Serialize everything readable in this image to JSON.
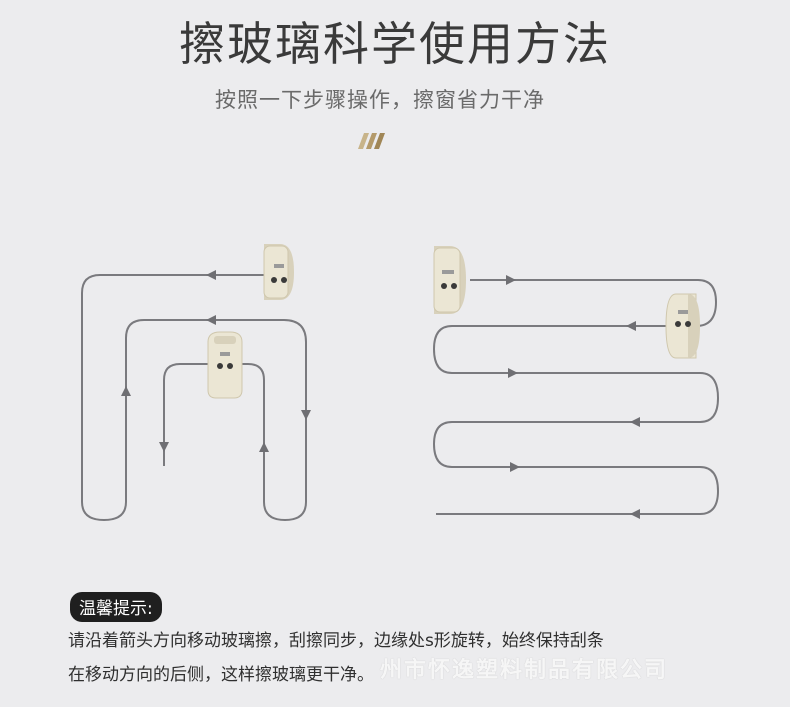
{
  "header": {
    "title": "擦玻璃科学使用方法",
    "subtitle": "按照一下步骤操作，擦窗省力干净"
  },
  "tip": {
    "badge": "温馨提示:",
    "line1": "请沿着箭头方向移动玻璃擦，刮擦同步，边缘处s形旋转，始终保持刮条",
    "line2": "在移动方向的后侧，这样擦玻璃更干净。"
  },
  "watermark": "州市怀逸塑料制品有限公司",
  "colors": {
    "background": "#ececee",
    "path_stroke": "#7a7a7e",
    "device_body": "#e8e2cf",
    "device_edge": "#cfc7ad",
    "accent_gold": "#b49a6a"
  }
}
